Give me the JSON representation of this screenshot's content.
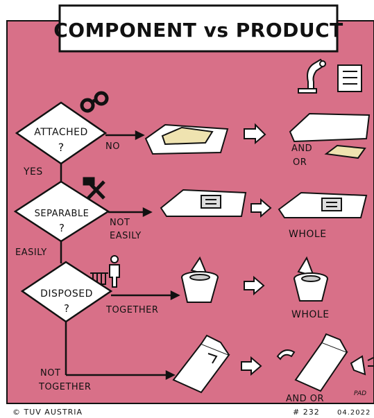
{
  "title": "COMPONENT vs PRODUCT",
  "decisions": [
    {
      "question": "ATTACHED",
      "mark": "?",
      "branch_label": "NO"
    },
    {
      "question": "SEPARABLE",
      "mark": "?",
      "branch_label_line1": "NOT",
      "branch_label_line2": "EASILY"
    },
    {
      "question": "DISPOSED",
      "mark": "?",
      "branch_label": "TOGETHER"
    }
  ],
  "down_labels": {
    "yes": "YES",
    "easily": "EASILY",
    "not_together_line1": "NOT",
    "not_together_line2": "TOGETHER"
  },
  "outcomes": {
    "row1_line1": "AND",
    "row1_line2": "OR",
    "row2": "WHOLE",
    "row3": "WHOLE",
    "row4": "AND OR"
  },
  "signature": "PAD",
  "footer": {
    "copyright": "© TUV AUSTRIA",
    "number": "# 232",
    "date": "04.2022"
  },
  "colors": {
    "background": "#d87088",
    "ink": "#111111",
    "paper": "#ffffff",
    "tan": "#efe3b0"
  }
}
